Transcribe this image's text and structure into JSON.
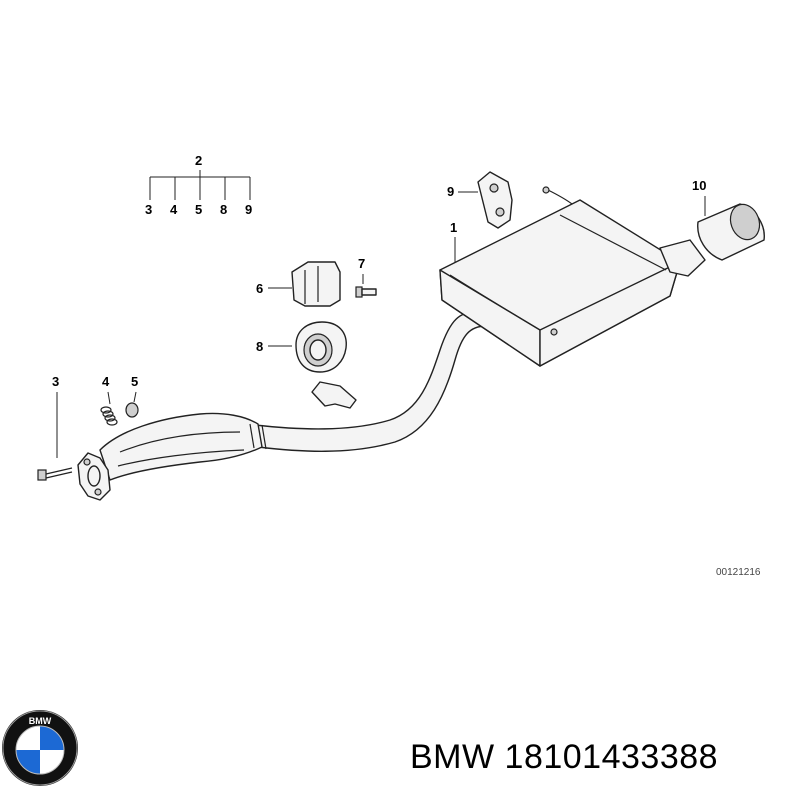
{
  "labels": {
    "group_parent": "2",
    "group_3": "3",
    "group_4": "4",
    "group_5": "5",
    "group_8": "8",
    "group_9": "9",
    "bolt_3": "3",
    "spring_4": "4",
    "nut_5": "5",
    "bracket_6": "6",
    "bolt_7": "7",
    "clamp_8": "8",
    "hanger_9": "9",
    "silencer_1": "1",
    "tailpipe_10": "10"
  },
  "diagram_code": "00121216",
  "caption": {
    "brand": "BMW",
    "part_number": "18101433388"
  },
  "logo": {
    "lettering": "BMW",
    "colors": {
      "blue": "#1c69d4",
      "white": "#ffffff",
      "ring": "#111111"
    }
  }
}
